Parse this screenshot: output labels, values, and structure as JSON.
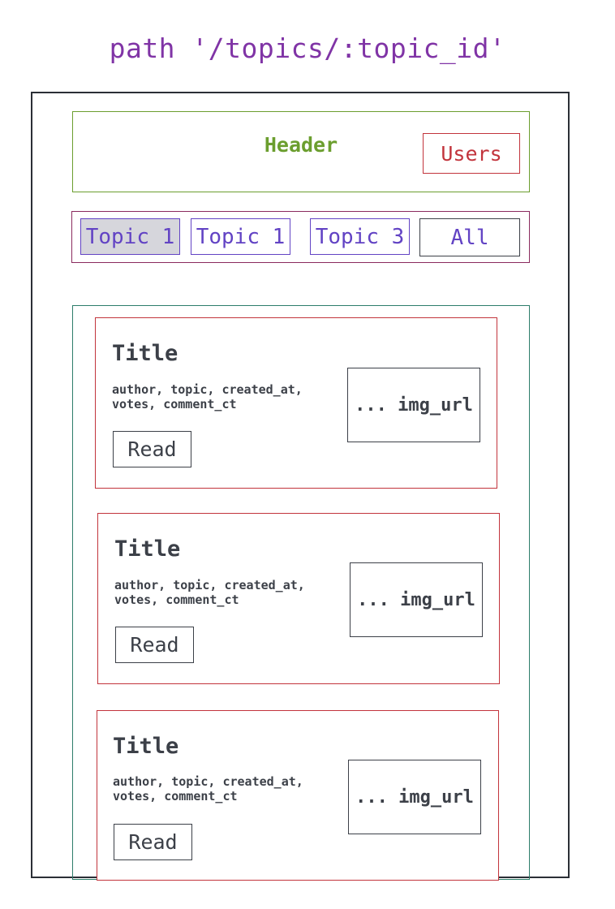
{
  "path_title": "path '/topics/:topic_id'",
  "header": {
    "label": "Header",
    "users_label": "Users"
  },
  "topics": {
    "tabs": [
      {
        "label": "Topic 1",
        "active": true
      },
      {
        "label": "Topic 1",
        "active": false
      },
      {
        "label": "Topic 3",
        "active": false
      }
    ],
    "all_label": "All"
  },
  "articles": [
    {
      "title": "Title",
      "meta_line1": "author, topic, created_at,",
      "meta_line2": "votes, comment_ct",
      "read_label": "Read",
      "img_label": "... img_url"
    },
    {
      "title": "Title",
      "meta_line1": "author, topic, created_at,",
      "meta_line2": "votes, comment_ct",
      "read_label": "Read",
      "img_label": "... img_url"
    },
    {
      "title": "Title",
      "meta_line1": "author, topic, created_at,",
      "meta_line2": "votes, comment_ct",
      "read_label": "Read",
      "img_label": "... img_url"
    }
  ],
  "colors": {
    "path_title": "#8034a6",
    "header": "#6b9e2e",
    "users": "#c2343c",
    "topics_bar": "#8a2a5e",
    "topic_tab": "#6243c4",
    "active_tab_fill": "#d6d6dc",
    "list_border": "#2d7d6a",
    "card_border": "#c2343c",
    "text": "#3c4048"
  }
}
